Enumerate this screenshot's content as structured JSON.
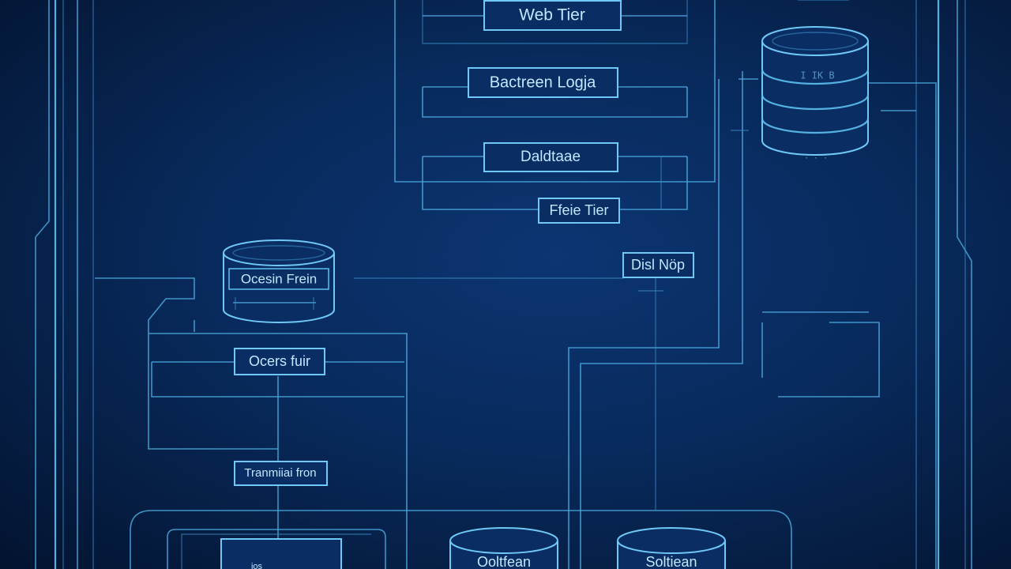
{
  "diagram": {
    "labels": {
      "web_tier": "Web Tier",
      "backend_logic": "Bactreen Logja",
      "database": "Daldtaae",
      "file_tier": "Ffeie Tier",
      "dist_node": "Disl Nöp",
      "cache_tier": "Ocesin Frein",
      "orders_tier": "Ocers fuir",
      "transaction": "Tranmiiai fron",
      "db_right_caption": "I IK B",
      "db_bottom_left": "Ooltfean",
      "db_bottom_right": "Soltiean",
      "small_box_caption": "ios"
    },
    "colors": {
      "background": "#082a5c",
      "line": "#4aa8dd",
      "box_stroke": "#6fc8f5",
      "text": "#bfe8ff"
    }
  }
}
